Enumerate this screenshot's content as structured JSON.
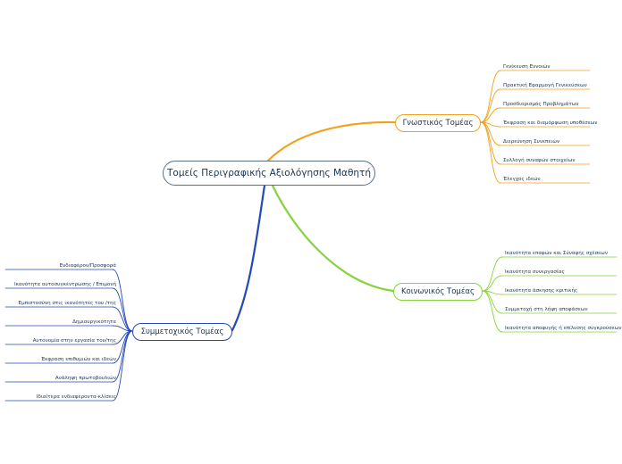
{
  "central": "Τομείς Περιγραφικής Αξιολόγησης Μαθητή",
  "branches": {
    "cognitive": {
      "title": "Γνωστικός Τομέας",
      "color": "#f2a11b",
      "items": [
        "Γενίκευση Εννοιών",
        "Πρακτική Εφαρμογή Γενικεύσεων",
        "Προσδιορισμός Προβλημάτων",
        "Έκφραση και διαμόρφωση υποθέσεων",
        "Διερεύνηση Συνεπειών",
        "Συλλογή συναφών στοιχείων",
        "Έλεγχος ιδεών"
      ]
    },
    "social": {
      "title": "Κοινωνικός Τομέας",
      "color": "#86d43a",
      "items": [
        "Ικανότητα επαφών και Σύναψης σχέσεων",
        "Ικανότητα συνεργασίας",
        "Ικανότητα άσκησης κριτικής",
        "Συμμετοχή στη λήψη αποφάσεων",
        "Ικανότητα αποφυγής ή επίλυσης συγκρούσεων"
      ]
    },
    "participation": {
      "title": "Συμμετοχικός Τομέας",
      "color": "#2349b8",
      "items": [
        "Ενδιαφέρον/Προσφορά",
        "Ικανότητα αυτοσυγκέντρωσης / Επιμονή",
        "Εμπιστοσύνη στις ικανότητές του /της",
        "Δημιουργικότητα",
        "Αυτονομία στην εργασία του/της",
        "Έκφραση επιθυμιών και ιδεών",
        "Ανάληψη πρωτοβουλιών",
        "Ιδιαίτερα ενδιαφέροντα-κλίσεις"
      ]
    }
  }
}
